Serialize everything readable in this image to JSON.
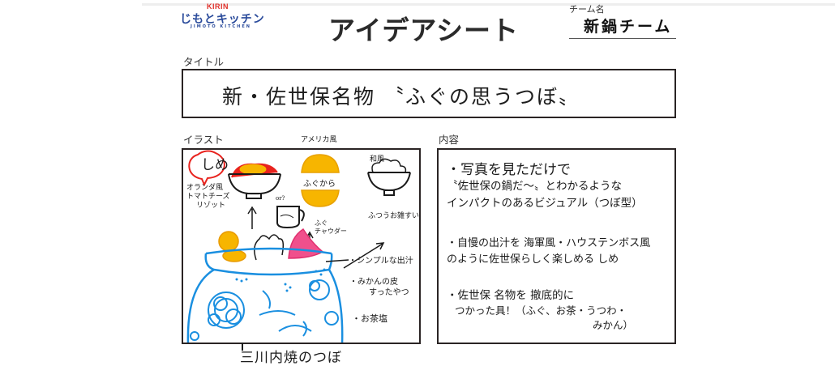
{
  "header": {
    "logo": {
      "brand": "KIRIN",
      "name": "じもとキッチン",
      "sub": "JIMOTO KITCHEN"
    },
    "sheet_title": "アイデアシート",
    "team": {
      "label": "チーム名",
      "value": "新鍋チーム"
    }
  },
  "title_section": {
    "label": "タイトル",
    "value": "新・佐世保名物 〝ふぐの思うつぼ〟"
  },
  "illustration_section": {
    "label": "イラスト",
    "annotations": {
      "shime": "しめ",
      "dutch_style": [
        "オランダ風",
        "トマトチーズ",
        "リゾット"
      ],
      "american_style": "アメリカ風",
      "fugu_karaage": "ふぐから",
      "or_label": "or?",
      "fugu_chowder": [
        "ふぐ",
        "チャウダー"
      ],
      "japanese_style": "和風",
      "fugu_zosui": "ふつうお雑すい",
      "simple_broth": "・シンプルな出汁",
      "mikan_peel": [
        "・みかんの皮",
        "すったやつ"
      ],
      "tea_salt": "・お茶塩"
    },
    "colors": {
      "pot_blue": "#1a8fe0",
      "yellow": "#f7b500",
      "red": "#e8231e",
      "pink": "#f0508c"
    }
  },
  "tsubo_caption": "三川内焼のつぼ",
  "content_section": {
    "label": "内容",
    "lines": [
      "・写真を見ただけで",
      "〝佐世保の鍋だ〜〟とわかるような",
      "インパクトのあるビジュアル（つぼ型）",
      "・自慢の出汁を 海軍風・ハウステンボス風",
      "のように佐世保らしく楽しめる しめ",
      "・佐世保 名物を 撤底的に",
      "つかった具！（ふぐ、お茶・うつわ・",
      "みかん）"
    ]
  }
}
